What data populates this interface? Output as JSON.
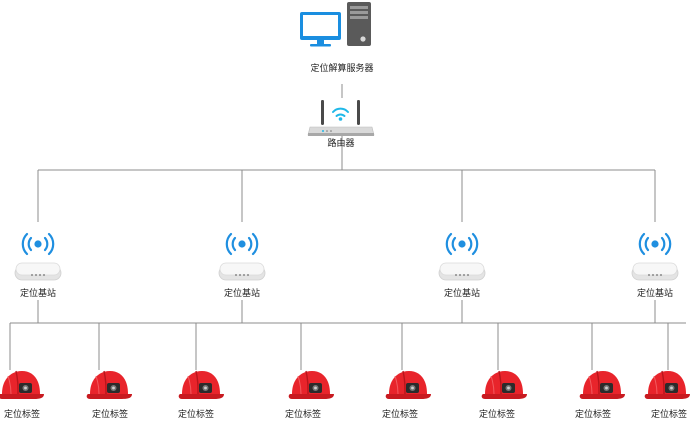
{
  "server": {
    "label": "定位解算服务器",
    "icon": "server-computer-icon"
  },
  "router": {
    "label": "路由器",
    "icon": "wifi-router-icon"
  },
  "base_stations": [
    {
      "label": "定位基站",
      "icon": "base-station-icon"
    },
    {
      "label": "定位基站",
      "icon": "base-station-icon"
    },
    {
      "label": "定位基站",
      "icon": "base-station-icon"
    },
    {
      "label": "定位基站",
      "icon": "base-station-icon"
    }
  ],
  "tags": [
    {
      "label": "定位标签",
      "icon": "helmet-tag-icon"
    },
    {
      "label": "定位标签",
      "icon": "helmet-tag-icon"
    },
    {
      "label": "定位标签",
      "icon": "helmet-tag-icon"
    },
    {
      "label": "定位标签",
      "icon": "helmet-tag-icon"
    },
    {
      "label": "定位标签",
      "icon": "helmet-tag-icon"
    },
    {
      "label": "定位标签",
      "icon": "helmet-tag-icon"
    },
    {
      "label": "定位标签",
      "icon": "helmet-tag-icon"
    },
    {
      "label": "定位标签",
      "icon": "helmet-tag-icon"
    }
  ],
  "colors": {
    "line": "#8c8c8c",
    "signal": "#1f8fe0",
    "helmet": "#e8242b",
    "monitor": "#1a8ee0",
    "tower": "#5a5a5a"
  }
}
